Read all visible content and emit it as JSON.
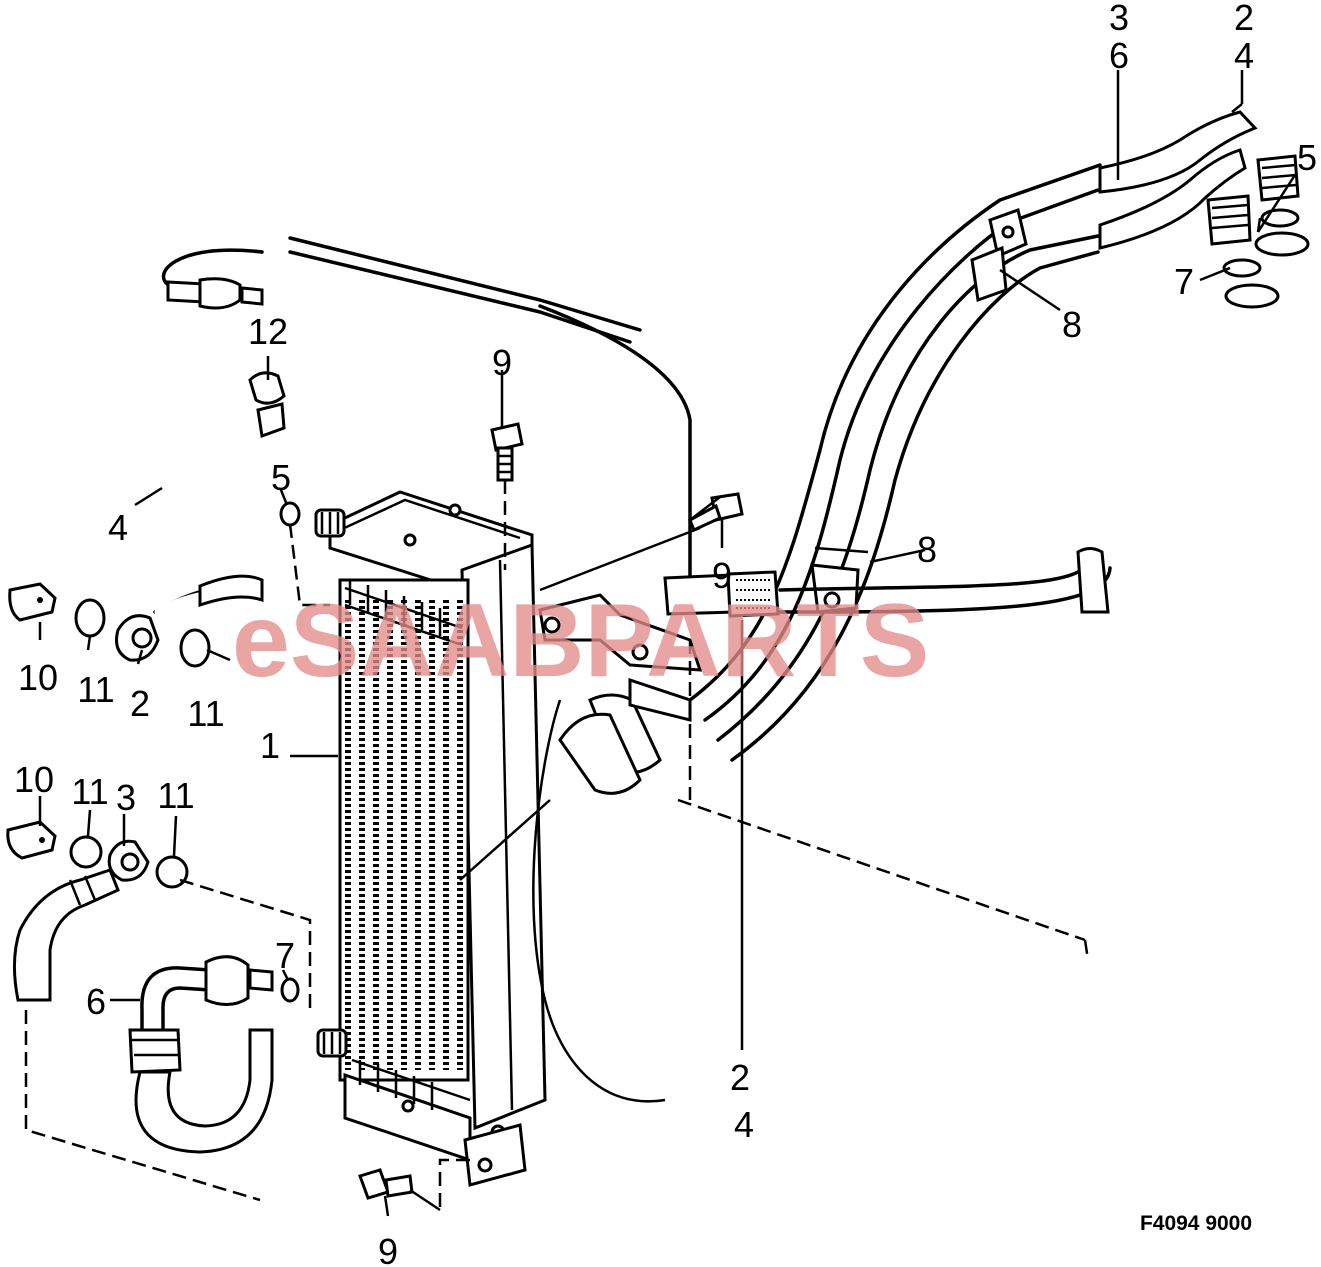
{
  "watermark": {
    "text": "eSAABPARTS",
    "color": "#e38b8b"
  },
  "figure_code": "F4094 9000",
  "callouts": {
    "c1": "1",
    "c2a": "2",
    "c2b": "2",
    "c2c": "2",
    "c3a": "3",
    "c3b": "3",
    "c4a": "4",
    "c4b": "4",
    "c4c": "4",
    "c5a": "5",
    "c5b": "5",
    "c6a": "6",
    "c6b": "6",
    "c7a": "7",
    "c7b": "7",
    "c8a": "8",
    "c8b": "8",
    "c9a": "9",
    "c9b": "9",
    "c9c": "9",
    "c10a": "10",
    "c10b": "10",
    "c11a": "11",
    "c11b": "11",
    "c11c": "11",
    "c11d": "11",
    "c12": "12"
  }
}
